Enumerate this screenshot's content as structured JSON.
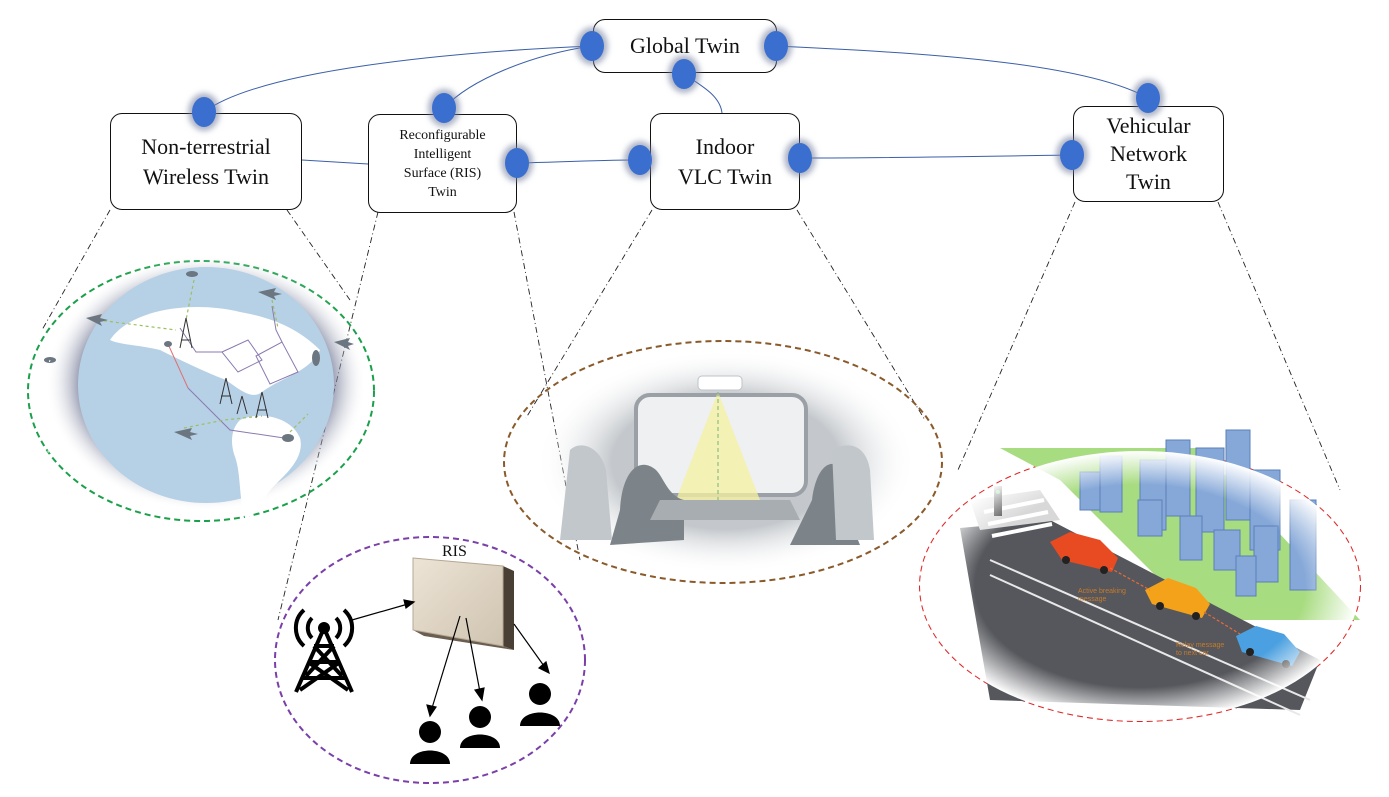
{
  "global_twin": {
    "label": "Global Twin"
  },
  "twins": [
    {
      "id": "ntn",
      "label": "Non-terrestrial\nWireless Twin"
    },
    {
      "id": "ris",
      "label": "Reconfigurable\nIntelligent\nSurface (RIS)\nTwin"
    },
    {
      "id": "vlc",
      "label": "Indoor\nVLC Twin"
    },
    {
      "id": "vehicular",
      "label": "Vehicular\nNetwork\nTwin"
    }
  ],
  "ris_scene": {
    "ris_label": "RIS"
  },
  "vehicular_scene": {
    "message_1": "Active breaking\nmessage",
    "message_2": "Relay message\nto next car"
  },
  "colors": {
    "node": "#3a6fcf",
    "link": "#3a5fa8",
    "ntn_circle": "#1aa04a",
    "ris_circle": "#7a3fa8",
    "vlc_circle": "#8a5a2a",
    "vehicular_circle": "#e02424"
  }
}
